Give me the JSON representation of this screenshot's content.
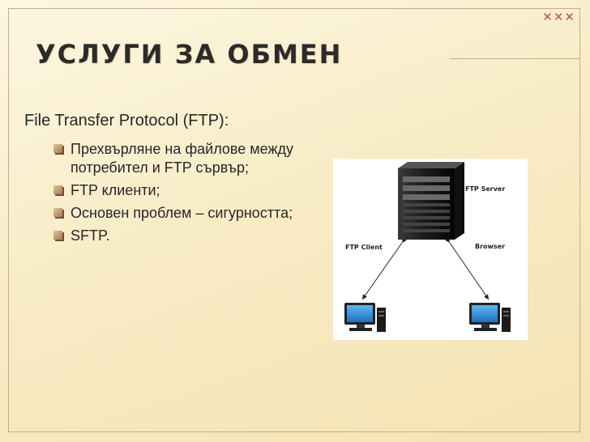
{
  "slide": {
    "title": "УСЛУГИ ЗА ОБМЕН",
    "corner_decoration": "✕✕✕",
    "subheading": "File Transfer Protocol (FTP):",
    "bullets": [
      {
        "text": "Прехвърляне на файлове между потребител и FTP сървър;"
      },
      {
        "text": "FTP клиенти;"
      },
      {
        "text": "Основен проблем – сигурността;"
      },
      {
        "text": "SFTP."
      }
    ]
  },
  "diagram": {
    "server_label": "FTP Server",
    "client_label": "FTP Client",
    "browser_label": "Browser"
  },
  "colors": {
    "background": "#f8ecc6",
    "corner_x": "#c0504d",
    "bullet": "#a47a4c",
    "text": "#262626"
  }
}
